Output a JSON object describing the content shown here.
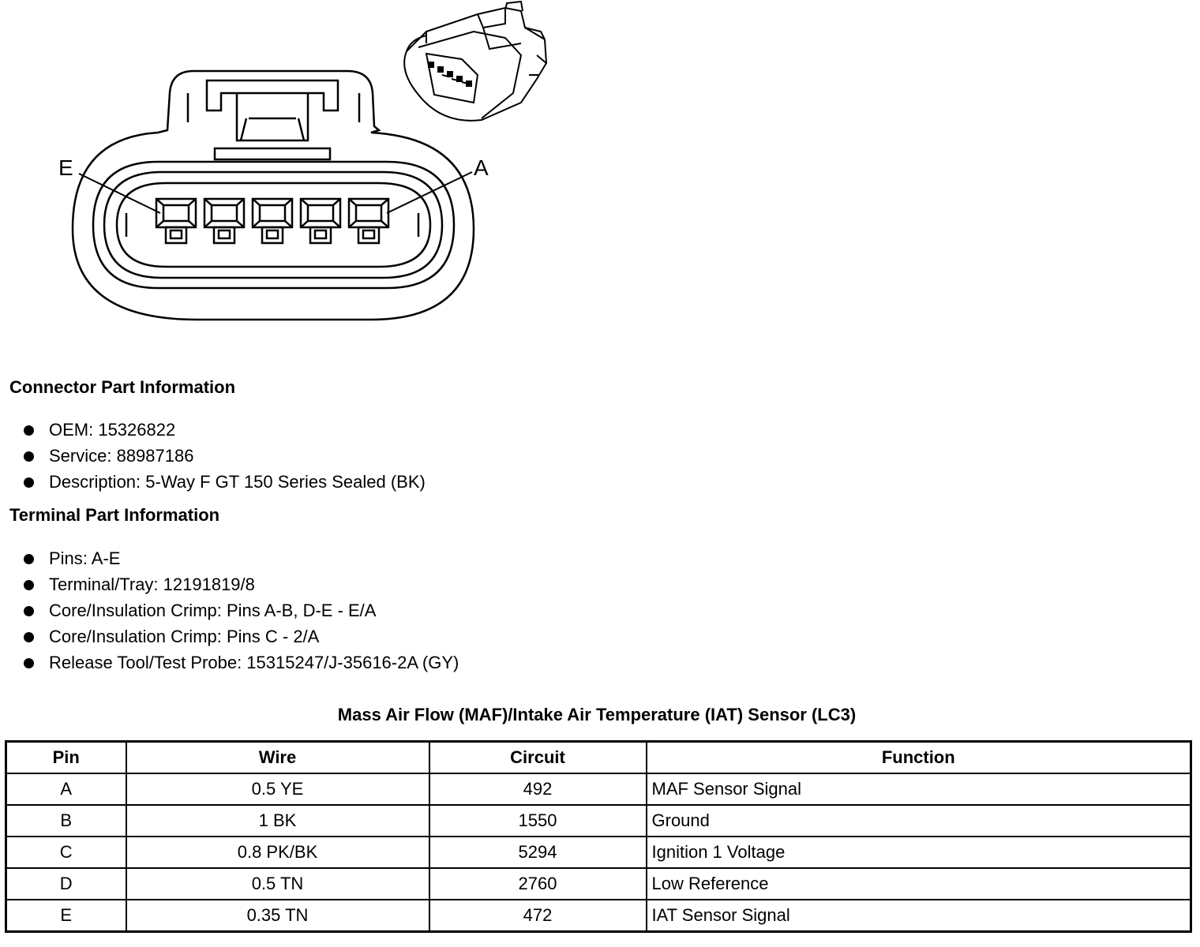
{
  "diagram": {
    "label_left": "E",
    "label_right": "A"
  },
  "connector_section": {
    "title": "Connector Part Information",
    "items": [
      "OEM: 15326822",
      "Service: 88987186",
      "Description: 5-Way F GT 150 Series Sealed (BK)"
    ]
  },
  "terminal_section": {
    "title": "Terminal Part Information",
    "items": [
      "Pins: A-E",
      "Terminal/Tray: 12191819/8",
      "Core/Insulation Crimp: Pins A-B, D-E - E/A",
      "Core/Insulation Crimp: Pins C - 2/A",
      "Release Tool/Test Probe: 15315247/J-35616-2A (GY)"
    ]
  },
  "table": {
    "title": "Mass Air Flow (MAF)/Intake Air Temperature (IAT) Sensor (LC3)",
    "headers": [
      "Pin",
      "Wire",
      "Circuit",
      "Function"
    ],
    "rows": [
      {
        "pin": "A",
        "wire": "0.5 YE",
        "circuit": "492",
        "function": "MAF Sensor Signal"
      },
      {
        "pin": "B",
        "wire": "1 BK",
        "circuit": "1550",
        "function": "Ground"
      },
      {
        "pin": "C",
        "wire": "0.8 PK/BK",
        "circuit": "5294",
        "function": "Ignition 1 Voltage"
      },
      {
        "pin": "D",
        "wire": "0.5 TN",
        "circuit": "2760",
        "function": "Low Reference"
      },
      {
        "pin": "E",
        "wire": "0.35 TN",
        "circuit": "472",
        "function": "IAT Sensor Signal"
      }
    ]
  }
}
